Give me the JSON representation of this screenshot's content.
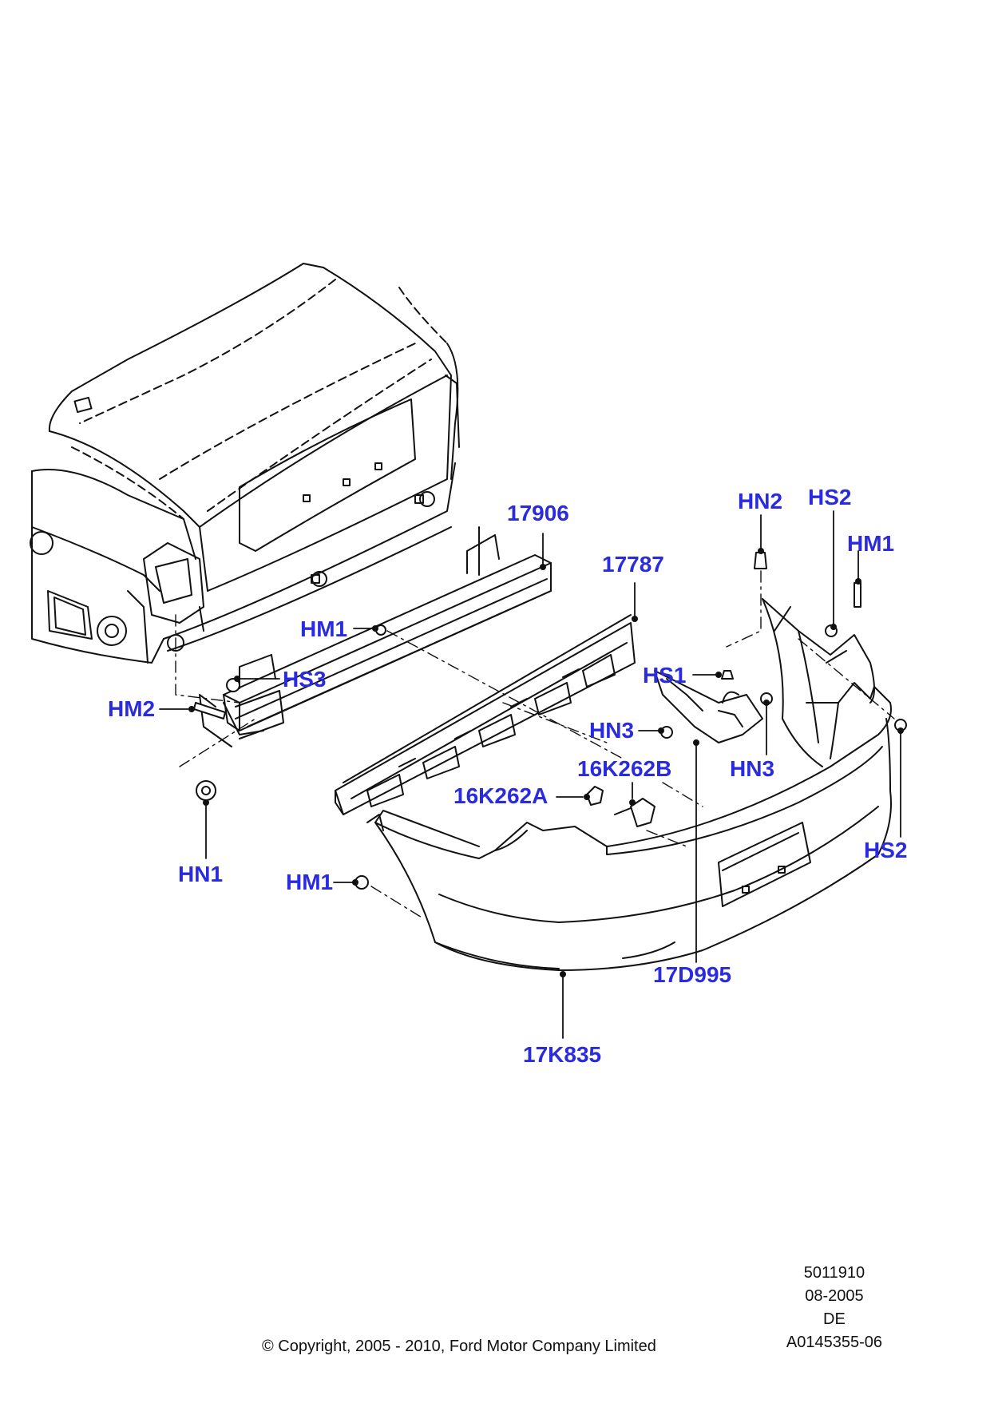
{
  "colors": {
    "callout": "#2a2ae0",
    "line": "#111111",
    "background": "#ffffff"
  },
  "callouts": {
    "p17906": "17906",
    "p17787": "17787",
    "hn2": "HN2",
    "hs2_top": "HS2",
    "hm1_right": "HM1",
    "hm1_left": "HM1",
    "hs3": "HS3",
    "hm2": "HM2",
    "hs1": "HS1",
    "hn3_left": "HN3",
    "hn3_right": "HN3",
    "p16k262b": "16K262B",
    "p16k262a": "16K262A",
    "hn1": "HN1",
    "hm1_bottom": "HM1",
    "hs2_right": "HS2",
    "p17d995": "17D995",
    "p17k835": "17K835"
  },
  "footer": {
    "diagram_number": "5011910",
    "date": "08-2005",
    "language": "DE",
    "reference": "A0145355-06",
    "copyright": "© Copyright, 2005 - 2010, Ford Motor Company Limited"
  }
}
